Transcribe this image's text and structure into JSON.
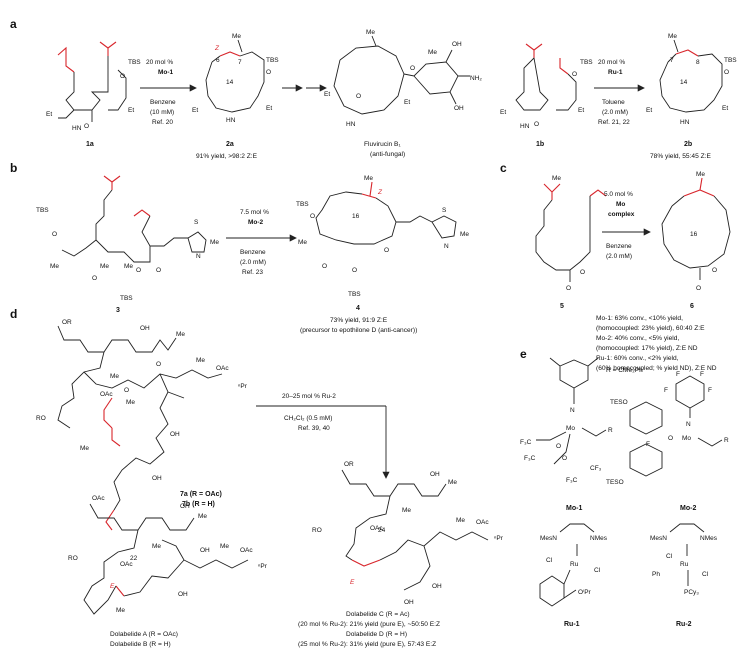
{
  "panels": {
    "a": {
      "label": "a",
      "r1_conditions": [
        "20 mol %",
        "Mo-1",
        "Benzene",
        "(10 mM)",
        "Ref. 20"
      ],
      "r2_conditions": [
        "20 mol %",
        "Ru-1",
        "Toluene",
        "(2.0 mM)",
        "Ref. 21, 22"
      ],
      "compounds": [
        "1a",
        "2a",
        "1b",
        "2b"
      ],
      "product_caption": "Fluvirucin B₁",
      "product_sub": "(anti-fungal)",
      "yield_2a": "91% yield, >98:2 Z:E",
      "yield_2b": "78% yield, 55:45 Z:E",
      "ring_2a": "14",
      "ring_2b": "14",
      "atom_labels": [
        "TBS",
        "Et",
        "Me",
        "HN",
        "O",
        "OH",
        "NH₂",
        "Z",
        "6",
        "7",
        "8"
      ]
    },
    "b": {
      "label": "b",
      "conditions": [
        "7.5 mol %",
        "Mo-2",
        "Benzene",
        "(2.0 mM)",
        "Ref. 23"
      ],
      "compounds": [
        "3",
        "4"
      ],
      "ring": "16",
      "yield": "73% yield, 91:9 Z:E",
      "note": "(precursor to epothilone D (anti-cancer))",
      "atom_labels": [
        "TBS",
        "Me",
        "S",
        "N"
      ]
    },
    "c": {
      "label": "c",
      "conditions": [
        "5.0 mol %",
        "Mo",
        "complex",
        "Benzene",
        "(2.0 mM)"
      ],
      "compounds": [
        "5",
        "6"
      ],
      "ring": "16",
      "results": [
        "Mo-1: 63% conv., <10% yield,",
        "(homocoupled: 23% yield), 60:40 Z:E",
        "Mo-2: 40% conv., <5% yield,",
        "(homocoupled: 17% yield), Z:E ND",
        "Ru-1: 60% conv., <2% yield,",
        "(60% homocoupled; % yield ND), Z:E ND"
      ]
    },
    "d": {
      "label": "d",
      "conditions": [
        "20–25 mol % Ru-2",
        "CH₂Cl₂ (0.5 mM)",
        "Ref. 39, 40"
      ],
      "sm_labels": [
        "7a (R = OAc)",
        "7b (R = H)"
      ],
      "left_captions": [
        "Dolabelide A (R = OAc)",
        "Dolabelide B (R = H)"
      ],
      "right_captions": [
        "Dolabelide C (R = Ac)",
        "(20 mol % Ru-2): 21% yield (pure E), ~50:50 E:Z",
        "Dolabelide D (R = H)",
        "(25 mol % Ru-2): 31% yield (pure E), 57:43 E:Z"
      ],
      "ring_left": "22",
      "ring_right": "24",
      "atom_labels": [
        "OR",
        "OH",
        "Me",
        "OAc",
        "RO",
        "nPr",
        "E"
      ]
    },
    "e": {
      "label": "e",
      "r_def": "R = CMe₂Ph",
      "catalysts": [
        "Mo-1",
        "Mo-2",
        "Ru-1",
        "Ru-2"
      ],
      "atom_labels": [
        "N",
        "Mo",
        "R",
        "F₃C",
        "CF₃",
        "O",
        "TESO",
        "F",
        "MesN",
        "NMes",
        "Ru",
        "Cl",
        "OiPr",
        "Ph",
        "PCy₃"
      ]
    }
  }
}
